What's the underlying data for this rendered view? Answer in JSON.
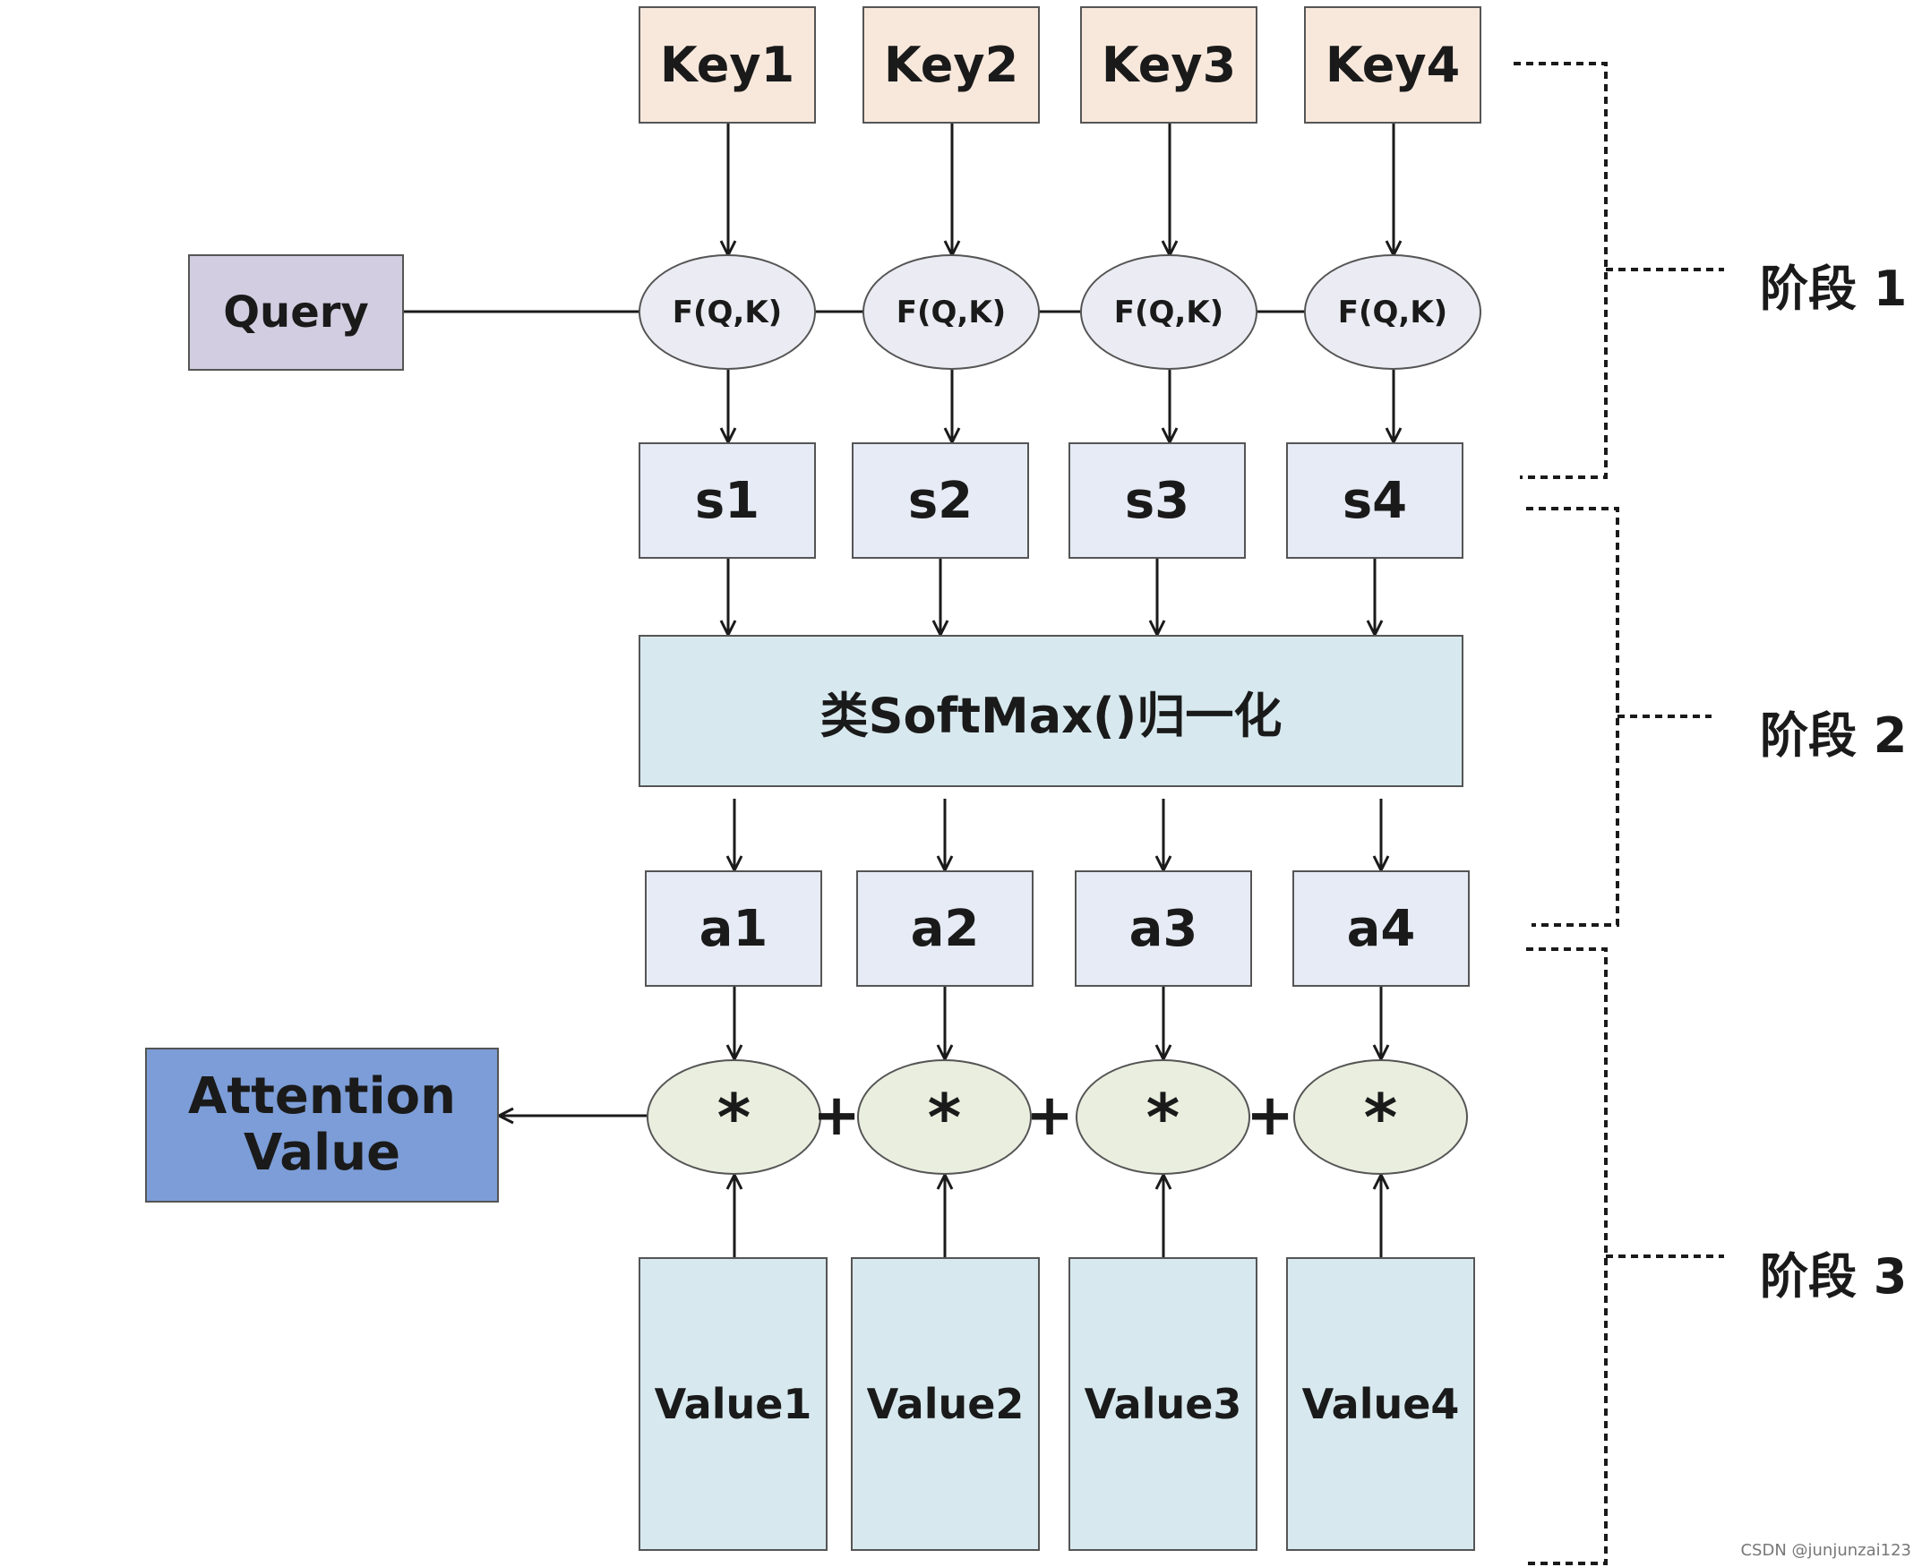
{
  "keys": [
    "Key1",
    "Key2",
    "Key3",
    "Key4"
  ],
  "query": "Query",
  "similarity_fn": "F(Q,K)",
  "scores": [
    "s1",
    "s2",
    "s3",
    "s4"
  ],
  "normalization": "类SoftMax()归一化",
  "weights": [
    "a1",
    "a2",
    "a3",
    "a4"
  ],
  "multiply_symbol": "*",
  "plus_symbol": "+",
  "values": [
    "Value1",
    "Value2",
    "Value3",
    "Value4"
  ],
  "output": {
    "line1": "Attention",
    "line2": "Value"
  },
  "stages": [
    "阶段 1",
    "阶段 2",
    "阶段 3"
  ],
  "watermark": "CSDN @junjunzai123"
}
